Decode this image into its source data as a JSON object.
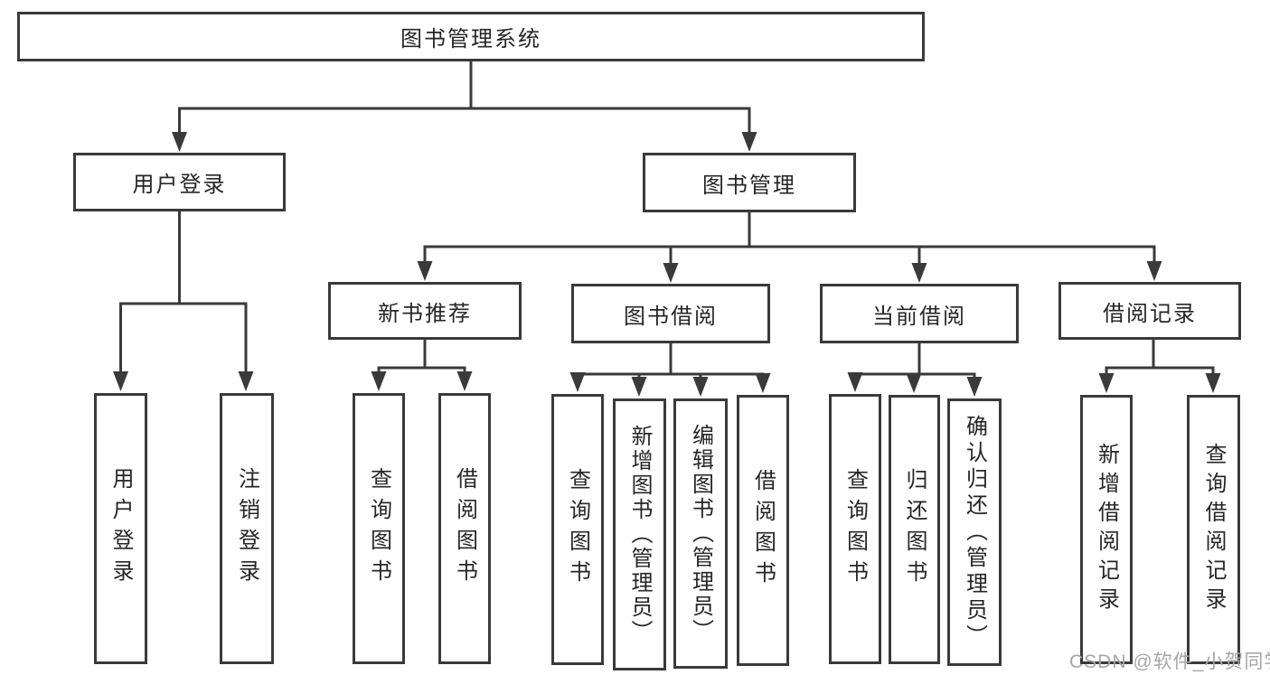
{
  "diagram": {
    "title": "图书管理系统",
    "root": {
      "label": "图书管理系统"
    },
    "level2": [
      {
        "id": "user-login",
        "label": "用户登录"
      },
      {
        "id": "book-management",
        "label": "图书管理"
      }
    ],
    "level3": [
      {
        "id": "new-book-recommend",
        "label": "新书推荐"
      },
      {
        "id": "book-borrowing",
        "label": "图书借阅"
      },
      {
        "id": "current-borrowing",
        "label": "当前借阅"
      },
      {
        "id": "borrowing-records",
        "label": "借阅记录"
      }
    ],
    "leaves": {
      "user_login": [
        "用户登录",
        "注销登录"
      ],
      "new_book_recommend": [
        "查询图书",
        "借阅图书"
      ],
      "book_borrowing": [
        "查询图书",
        "新增图书（管理员）",
        "编辑图书（管理员）",
        "借阅图书"
      ],
      "current_borrowing": [
        "查询图书",
        "归还图书",
        "确认归还（管理员）"
      ],
      "borrowing_records": [
        "新增借阅记录",
        "查询借阅记录"
      ]
    }
  },
  "watermark": {
    "text": "CSDN @软件_小贺同学"
  },
  "colors": {
    "line": "#3a3a3a",
    "text": "#262626",
    "watermark_gray": "#a6a6a6",
    "background": "#ffffff"
  }
}
